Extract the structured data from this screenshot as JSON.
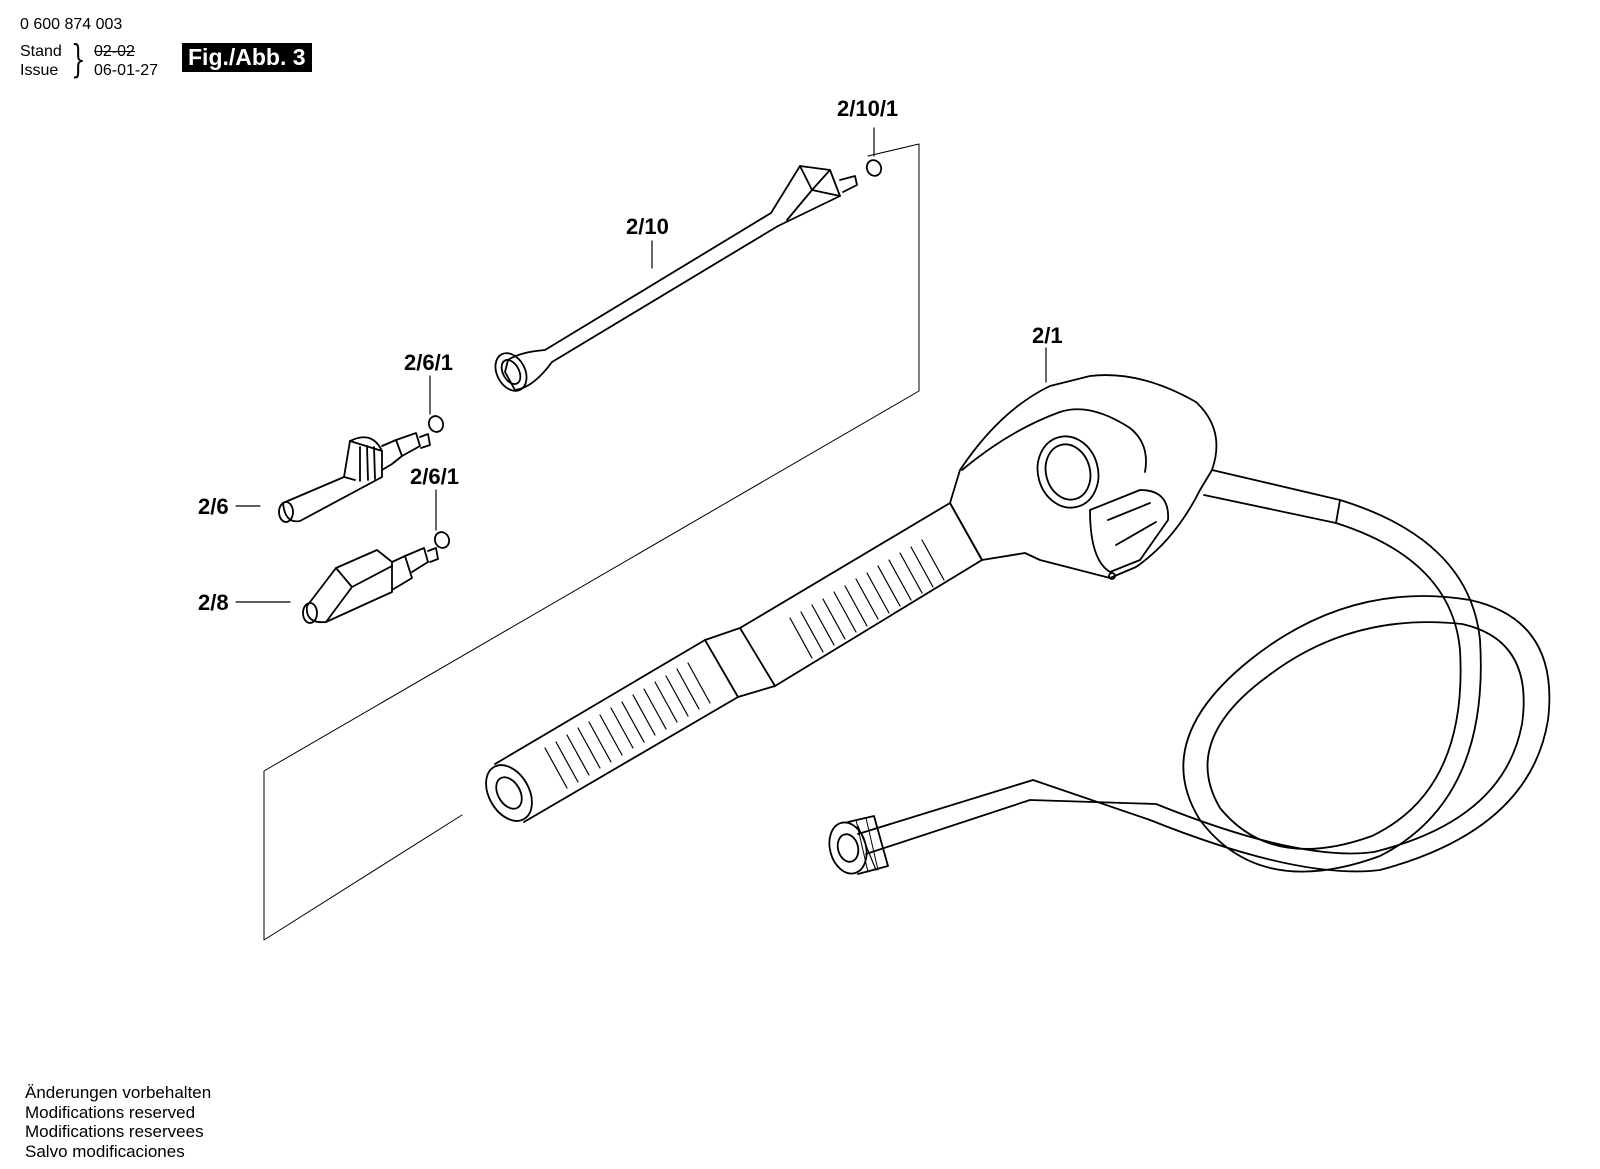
{
  "header": {
    "doc_number": "0 600 874 003",
    "stand_label": "Stand",
    "issue_label": "Issue",
    "stand_date": "02-02",
    "issue_date": "06-01-27",
    "fig_label": "Fig./Abb. 3"
  },
  "callouts": {
    "nozzle_oring": "2/10/1",
    "lance": "2/10",
    "gun": "2/1",
    "oring_upper": "2/6/1",
    "oring_lower": "2/6/1",
    "fan_nozzle": "2/6",
    "rotary_nozzle": "2/8"
  },
  "footer": {
    "lines": [
      "Änderungen vorbehalten",
      "Modifications reserved",
      "Modifications reservees",
      "Salvo modificaciones"
    ]
  }
}
